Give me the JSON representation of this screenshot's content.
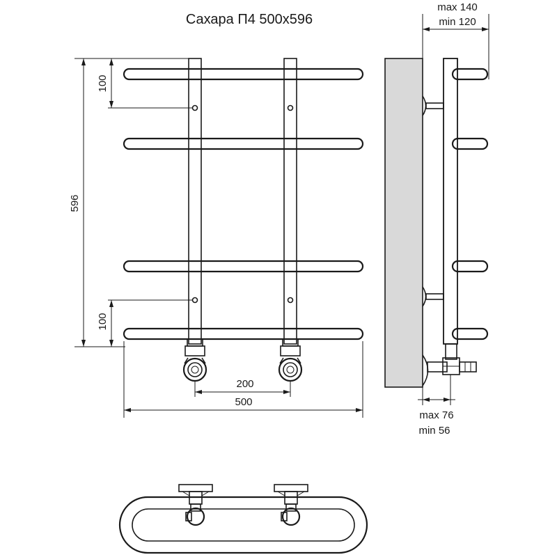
{
  "title": "Сахара П4 500х596",
  "front_view": {
    "height_label": "596",
    "top_offset_label": "100",
    "bottom_offset_label": "100",
    "connection_spacing_label": "200",
    "width_label": "500"
  },
  "side_view": {
    "depth_max_label": "max 140",
    "depth_min_label": "min 120",
    "wall_gap_max_label": "max 76",
    "wall_gap_min_label": "min 56"
  },
  "colors": {
    "wall_fill": "#d9d9d9",
    "line": "#1a1a1a"
  }
}
